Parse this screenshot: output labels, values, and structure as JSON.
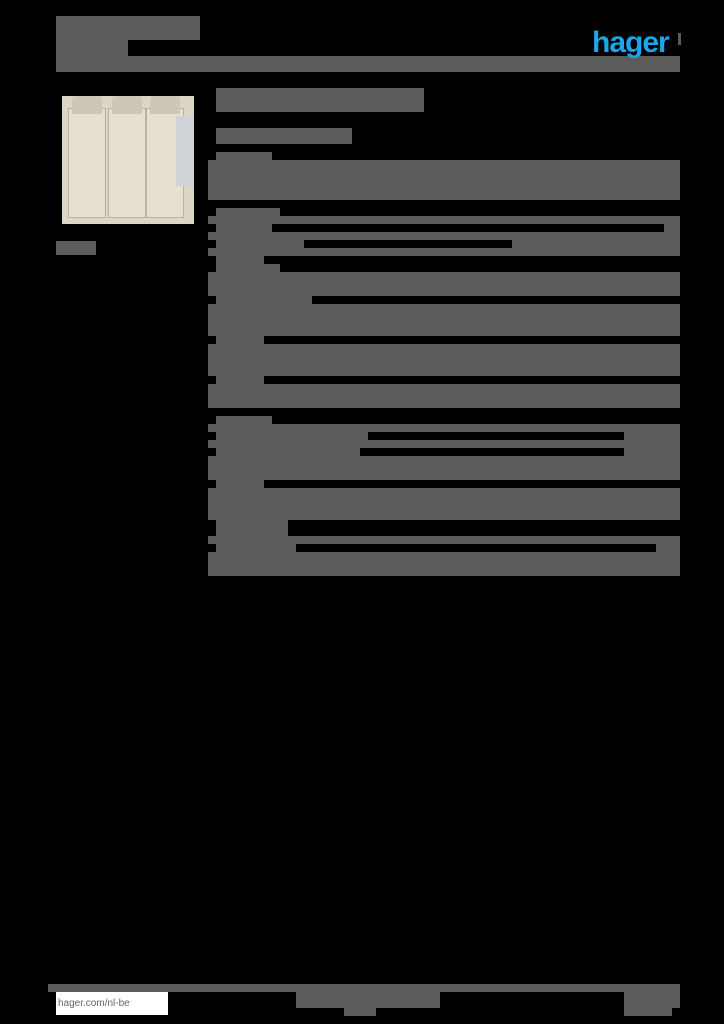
{
  "header": {
    "brand_logo_text": "hager",
    "brand_color": "#1aa6e8",
    "title": "",
    "subtitle": ""
  },
  "product": {
    "image_alt": "product-photo-fuse-switch-disconnector",
    "image_caption": "",
    "name": "",
    "tagline": ""
  },
  "sections": [
    {
      "heading": "",
      "rows": [
        "",
        ""
      ]
    },
    {
      "heading": "",
      "rows": [
        "",
        "",
        "",
        ""
      ]
    },
    {
      "heading": "",
      "rows": [
        "",
        "",
        ""
      ]
    },
    {
      "heading": "",
      "rows": [
        "",
        "",
        "",
        "",
        ""
      ]
    },
    {
      "heading": "",
      "rows": [
        "",
        "",
        ""
      ]
    },
    {
      "heading": "",
      "rows": [
        "",
        ""
      ]
    }
  ],
  "footer": {
    "website": "hager.com/nl-be",
    "center_text": "",
    "page_number": ""
  },
  "colors": {
    "redaction_grey": "#5b5c5b",
    "background": "#000000"
  }
}
